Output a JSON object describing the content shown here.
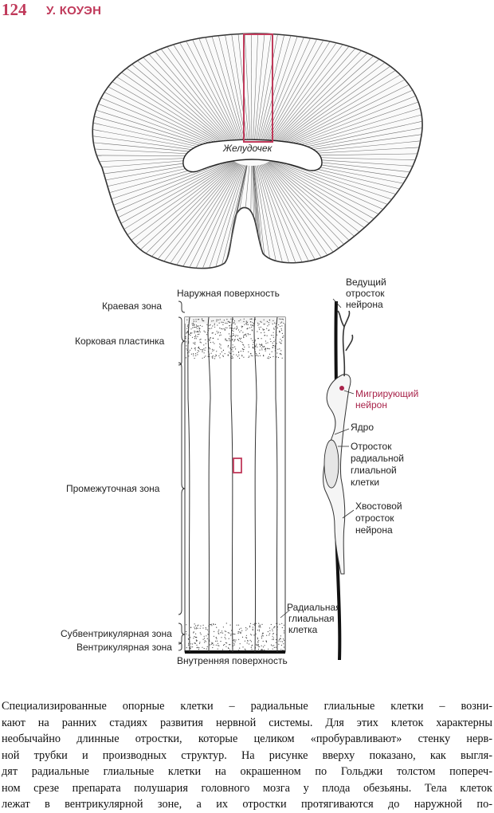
{
  "header": {
    "page_number": "124",
    "running_head": "У. КОУЭН"
  },
  "figure": {
    "top": {
      "ventricle_label": "Желудочек"
    },
    "column": {
      "outer_surface": "Наружная поверхность",
      "inner_surface": "Внутренняя поверхность",
      "zones": [
        "Краевая зона",
        "Корковая пластинка",
        "Промежуточная зона",
        "Субвентрикулярная зона",
        "Вентрикулярная зона"
      ],
      "radial_glia_label": [
        "Радиальная",
        "глиальная",
        "клетка"
      ]
    },
    "neuron": {
      "leading_process": [
        "Ведущий",
        "отросток",
        "нейрона"
      ],
      "migrating_neuron": [
        "Мигрирующий",
        "нейрон"
      ],
      "nucleus": "Ядро",
      "radial_glia_process": [
        "Отросток",
        "радиальной",
        "глиальной",
        "клетки"
      ],
      "trailing_process": [
        "Хвостовой",
        "отросток",
        "нейрона"
      ]
    },
    "colors": {
      "accent": "#c0395a",
      "ink": "#222222"
    }
  },
  "body_text": [
    "Специализированные опорные клетки – радиальные глиальные клетки – возни-",
    "кают на ранних стадиях развития нервной системы. Для этих клеток характерны",
    "необычайно длинные отростки, которые целиком «пробуравливают» стенку нерв-",
    "ной трубки и производных структур. На рисунке вверху показано, как выгля-",
    "дят радиальные глиальные клетки на окрашенном по Гольджи толстом попереч-",
    "ном срезе препарата полушария головного мозга у плода обезьяны. Тела клеток",
    "лежат в вентрикулярной зоне, а их отростки протягиваются до наружной по-"
  ]
}
